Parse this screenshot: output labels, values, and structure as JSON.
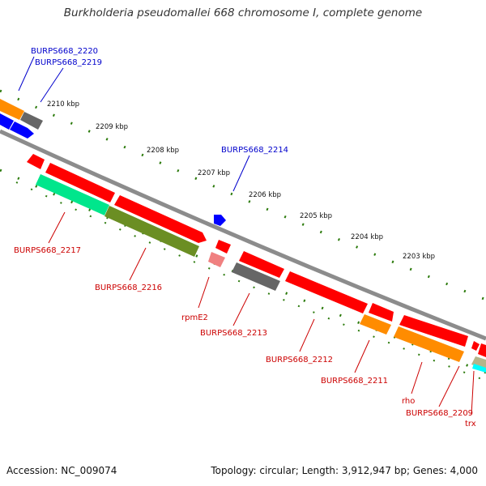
{
  "title": "Burkholderia pseudomallei 668 chromosome I, complete genome",
  "footer": {
    "accession": "Accession: NC_009074",
    "summary": "Topology: circular; Length: 3,912,947 bp; Genes: 4,000"
  },
  "colors": {
    "backbone": "#8c8c8c",
    "tick": "#2b7a0b",
    "label_red": "#cc0000",
    "label_blue": "#0000cc",
    "red": "#ff0000",
    "orange": "#ff8c00",
    "gray": "#666666",
    "blue": "#0000ff",
    "teal": "#00e68c",
    "olive": "#6b8e23",
    "pink": "#f08080",
    "cyan": "#00ffff",
    "khaki": "#b5b58a"
  },
  "kbp_labels": [
    "2210 kbp",
    "2209 kbp",
    "2208 kbp",
    "2207 kbp",
    "2206 kbp",
    "2205 kbp",
    "2204 kbp",
    "2203 kbp"
  ],
  "gene_labels_top": [
    "BURPS668_2220",
    "BURPS668_2219",
    "BURPS668_2214"
  ],
  "gene_labels_bottom": [
    "BURPS668_2217",
    "BURPS668_2216",
    "rpmE2",
    "BURPS668_2213",
    "BURPS668_2212",
    "BURPS668_2211",
    "rho",
    "BURPS668_2209",
    "trx"
  ]
}
